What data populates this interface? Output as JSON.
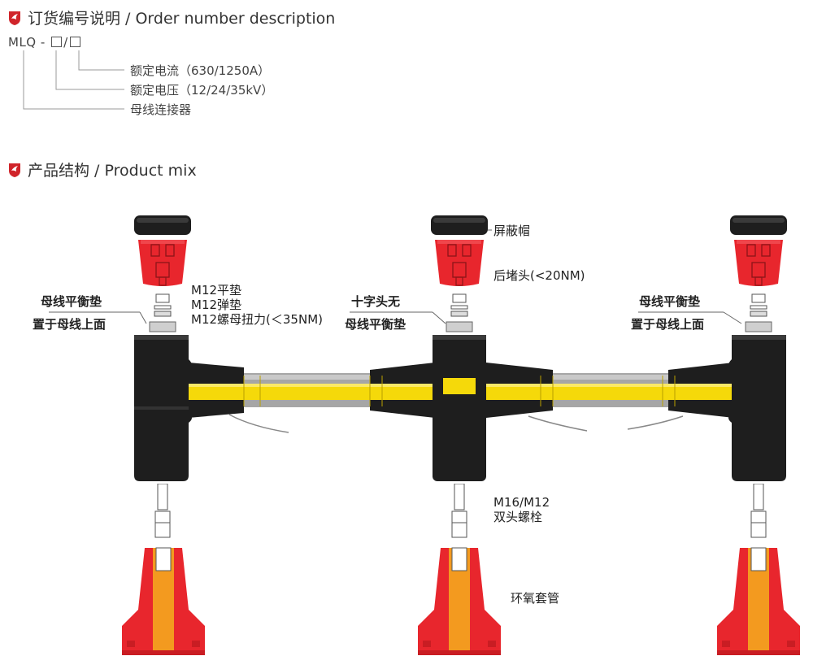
{
  "order": {
    "title": "订货编号说明 / Order number description",
    "code_prefix": "MLQ -",
    "code_sep": "/",
    "items": [
      "额定电流（630/1250A）",
      "额定电压（12/24/35kV）",
      "母线连接器"
    ]
  },
  "product": {
    "title": "产品结构 / Product mix",
    "labels": {
      "cap": "屏蔽帽",
      "plug": "后堵头(<20NM)",
      "washers": [
        "M12平垫",
        "M12弹垫",
        "M12螺母扭力(＜35NM)"
      ],
      "left_balance": [
        "母线平衡垫",
        "置于母线上面"
      ],
      "mid_balance": [
        "十字头无",
        "母线平衡垫"
      ],
      "right_balance": [
        "母线平衡垫",
        "置于母线上面"
      ],
      "stud": [
        "M16/M12",
        "双头螺栓"
      ],
      "bushing": "环氧套管"
    }
  },
  "colors": {
    "accent": "#d0242a",
    "red_part": "#e8262d",
    "yellow_bar": "#f5d90a",
    "orange_core": "#f39a1f",
    "black_body": "#1e1e1e",
    "gray_tube": "#a6a6a6"
  }
}
